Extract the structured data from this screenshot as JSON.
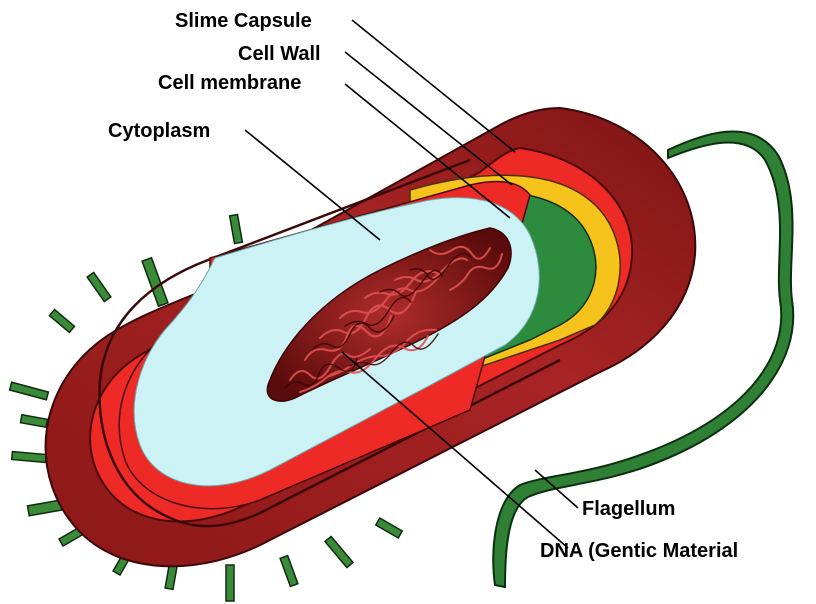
{
  "labels": {
    "slime_capsule": "Slime Capsule",
    "cell_wall": "Cell Wall",
    "cell_membrane": "Cell membrane",
    "cytoplasm": "Cytoplasm",
    "flagellum": "Flagellum",
    "dna": "DNA (Gentic Material"
  },
  "colors": {
    "capsule_dark": "#8e1b1b",
    "capsule_mid": "#a52424",
    "cell_wall": "#ee2a26",
    "membrane_yellow": "#f6c21c",
    "membrane_green": "#2c8b3c",
    "cytoplasm": "#ccf2f6",
    "dna_dark": "#5c0c0c",
    "dna_light": "#c93b3b",
    "pili": "#2e7a2e",
    "flagellum": "#2f7f34",
    "leader": "#000000"
  }
}
